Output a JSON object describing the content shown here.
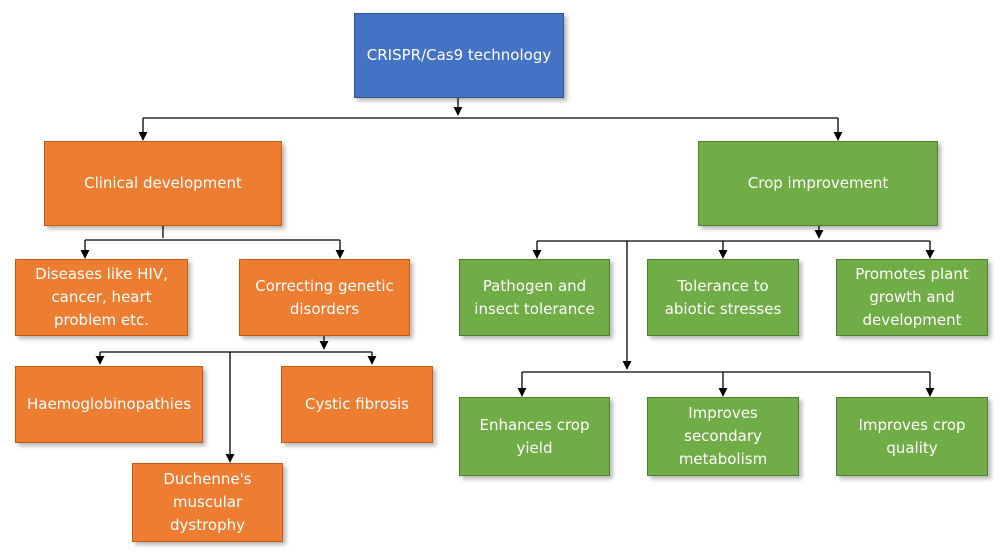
{
  "root": {
    "label": "CRISPR/Cas9 technology",
    "color": "#4472c4"
  },
  "clinical": {
    "label": "Clinical development",
    "color": "#ed7d31",
    "diseases": "Diseases like HIV, cancer, heart problem etc.",
    "genetic": "Correcting genetic disorders",
    "haemo": "Haemoglobinopathies",
    "cystic": "Cystic fibrosis",
    "duchenne": "Duchenne's muscular dystrophy"
  },
  "crop": {
    "label": "Crop improvement",
    "color": "#70ad47",
    "pathogen": "Pathogen and insect tolerance",
    "abiotic": "Tolerance to abiotic stresses",
    "growth": "Promotes plant growth and development",
    "yield": "Enhances crop yield",
    "secondary": "Improves secondary metabolism",
    "quality": "Improves crop quality"
  }
}
